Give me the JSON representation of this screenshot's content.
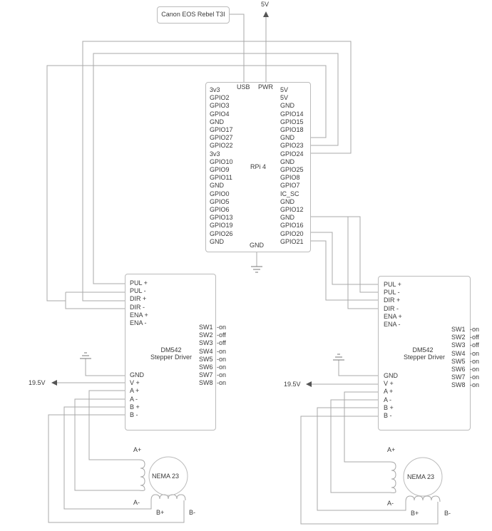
{
  "camera": {
    "label": "Canon EOS Rebel T3I"
  },
  "power_5v": "5V",
  "rpi": {
    "title": "RPi 4",
    "usb": "USB",
    "pwr": "PWR",
    "gnd": "GND",
    "left_pins": [
      "3v3",
      "GPIO2",
      "GPIO3",
      "GPIO4",
      "GND",
      "GPIO17",
      "GPIO27",
      "GPIO22",
      "3v3",
      "GPIO10",
      "GPIO9",
      "GPIO11",
      "GND",
      "GPIO0",
      "GPIO5",
      "GPIO6",
      "GPIO13",
      "GPIO19",
      "GPIO26",
      "GND"
    ],
    "right_pins": [
      "5V",
      "5V",
      "GND",
      "GPIO14",
      "GPIO15",
      "GPIO18",
      "GND",
      "GPIO23",
      "GPIO24",
      "GND",
      "GPIO25",
      "GPIO8",
      "GPIO7",
      "IC_SC",
      "GND",
      "GPIO12",
      "GND",
      "GPIO16",
      "GPIO20",
      "GPIO21"
    ]
  },
  "drivers": [
    {
      "title": "DM542",
      "subtitle": "Stepper Driver",
      "input_pins": [
        "PUL +",
        "PUL -",
        "DIR +",
        "DIR -",
        "ENA +",
        "ENA -"
      ],
      "power_pins": [
        "GND",
        "V +",
        "A +",
        "A -",
        "B +",
        "B -"
      ],
      "switches": [
        {
          "name": "SW1",
          "state": "-on"
        },
        {
          "name": "SW2",
          "state": "-off"
        },
        {
          "name": "SW3",
          "state": "-off"
        },
        {
          "name": "SW4",
          "state": "-on"
        },
        {
          "name": "SW5",
          "state": "-on"
        },
        {
          "name": "SW6",
          "state": "-on"
        },
        {
          "name": "SW7",
          "state": "-on"
        },
        {
          "name": "SW8",
          "state": "-on"
        }
      ],
      "supply": "19.5V"
    },
    {
      "title": "DM542",
      "subtitle": "Stepper Driver",
      "input_pins": [
        "PUL +",
        "PUL -",
        "DIR +",
        "DIR -",
        "ENA +",
        "ENA -"
      ],
      "power_pins": [
        "GND",
        "V +",
        "A +",
        "A -",
        "B +",
        "B -"
      ],
      "switches": [
        {
          "name": "SW1",
          "state": "-on"
        },
        {
          "name": "SW2",
          "state": "-off"
        },
        {
          "name": "SW3",
          "state": "-off"
        },
        {
          "name": "SW4",
          "state": "-on"
        },
        {
          "name": "SW5",
          "state": "-on"
        },
        {
          "name": "SW6",
          "state": "-on"
        },
        {
          "name": "SW7",
          "state": "-on"
        },
        {
          "name": "SW8",
          "state": "-on"
        }
      ],
      "supply": "19.5V"
    }
  ],
  "motors": [
    {
      "label": "NEMA 23",
      "a_plus": "A+",
      "a_minus": "A-",
      "b_plus": "B+",
      "b_minus": "B-"
    },
    {
      "label": "NEMA 23",
      "a_plus": "A+",
      "a_minus": "A-",
      "b_plus": "B+",
      "b_minus": "B-"
    }
  ]
}
